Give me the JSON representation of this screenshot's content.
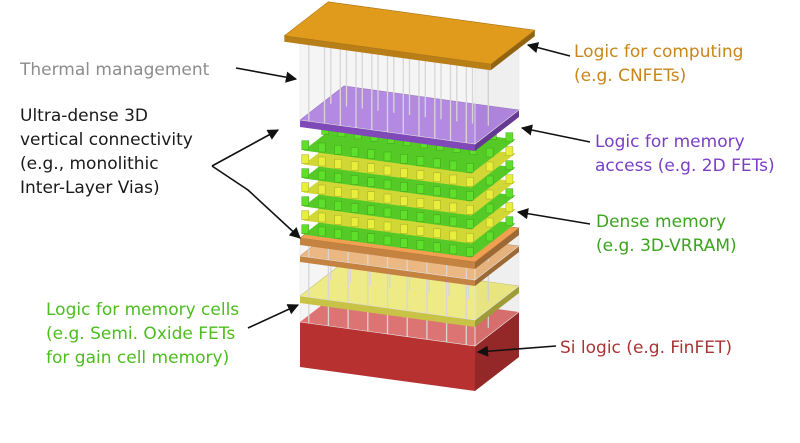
{
  "labels": {
    "computing": {
      "lines": [
        "Logic for computing",
        "(e.g. CNFETs)"
      ],
      "color": "#c8861a"
    },
    "thermal": {
      "lines": [
        "Thermal management"
      ],
      "color": "#8c8c8c"
    },
    "connectivity": {
      "lines": [
        "Ultra-dense 3D",
        "vertical connectivity",
        "(e.g., monolithic",
        "Inter-Layer Vias)"
      ],
      "color": "#1a1a1a"
    },
    "memory_access": {
      "lines": [
        "Logic for memory",
        "access (e.g. 2D FETs)"
      ],
      "color": "#7b3fc4"
    },
    "dense_memory": {
      "lines": [
        "Dense memory",
        "(e.g. 3D-VRRAM)"
      ],
      "color": "#3aa41d"
    },
    "memory_cells": {
      "lines": [
        "Logic for memory cells",
        "(e.g. Semi. Oxide FETs",
        "for gain cell memory)"
      ],
      "color": "#4cbd1f"
    },
    "si_logic": {
      "lines": [
        "Si logic (e.g. FinFET)"
      ],
      "color": "#a93434"
    }
  },
  "colors": {
    "cnfet_layer": "#e09a1c",
    "fet2d_layer": "#9b59e0",
    "memory_green": "#5ee02a",
    "memory_yellow": "#e8ef3a",
    "orange_layer": "#f0a050",
    "yellow_layer": "#f4ee55",
    "si_layer": "#d93a3a",
    "via": "#d0d0d0"
  }
}
